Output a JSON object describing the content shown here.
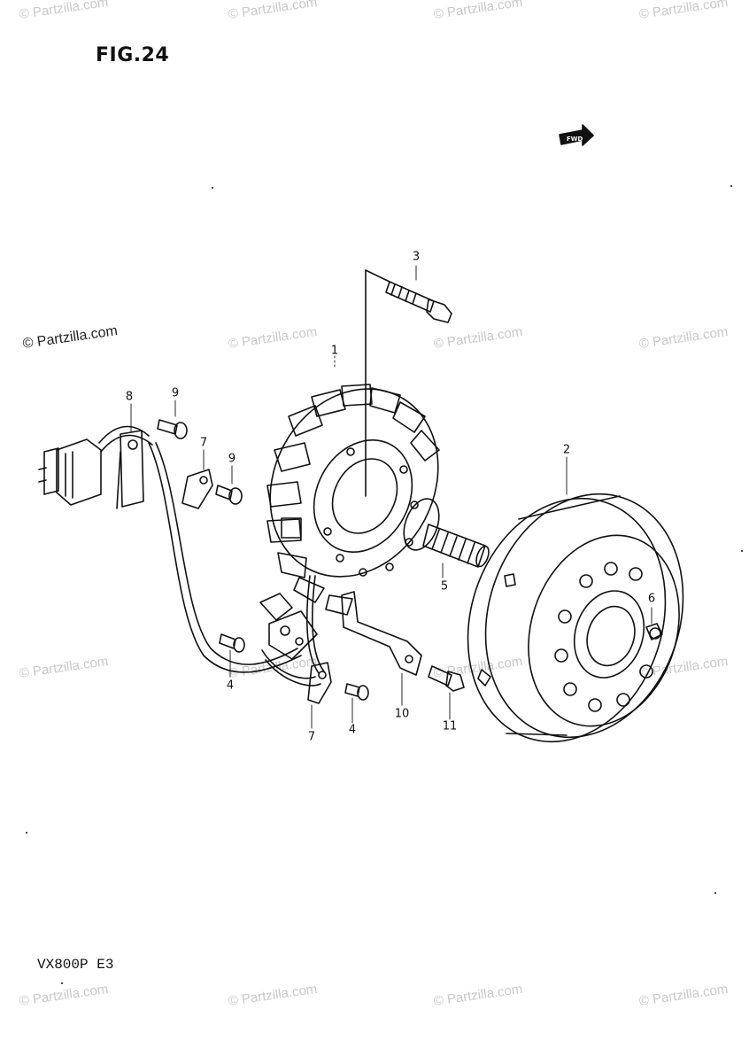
{
  "figure": {
    "title": "FIG.24"
  },
  "model": {
    "code": "VX800P E3"
  },
  "direction_label": "FWD",
  "watermark_text": "© Partzilla.com",
  "callouts": [
    {
      "id": "c1",
      "label": "1"
    },
    {
      "id": "c2",
      "label": "2"
    },
    {
      "id": "c3",
      "label": "3"
    },
    {
      "id": "c4a",
      "label": "4"
    },
    {
      "id": "c4b",
      "label": "4"
    },
    {
      "id": "c5",
      "label": "5"
    },
    {
      "id": "c6",
      "label": "6"
    },
    {
      "id": "c7a",
      "label": "7"
    },
    {
      "id": "c7b",
      "label": "7"
    },
    {
      "id": "c8",
      "label": "8"
    },
    {
      "id": "c9a",
      "label": "9"
    },
    {
      "id": "c9b",
      "label": "9"
    },
    {
      "id": "c10",
      "label": "10"
    },
    {
      "id": "c11",
      "label": "11"
    }
  ],
  "colors": {
    "ink": "#111111",
    "watermark": "#c9c9c9"
  }
}
